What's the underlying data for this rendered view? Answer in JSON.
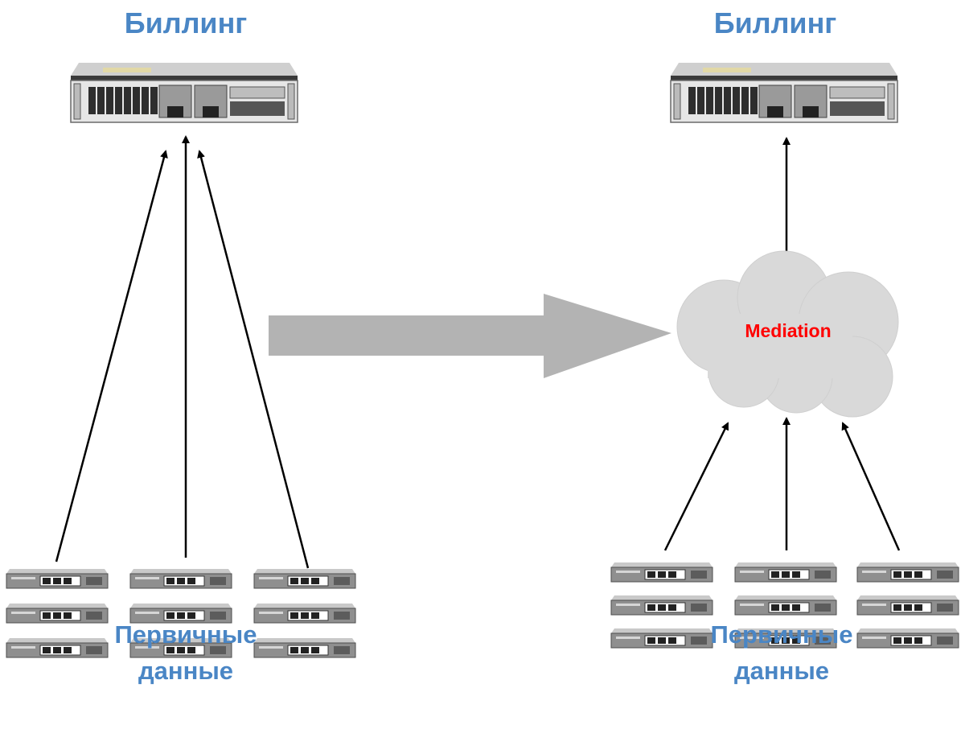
{
  "left": {
    "billing_title": "Биллинг",
    "primary_data_line1": "Первичные",
    "primary_data_line2": "данные"
  },
  "right": {
    "billing_title": "Биллинг",
    "mediation_label": "Mediation",
    "primary_data_line1": "Первичные",
    "primary_data_line2": "данные"
  },
  "colors": {
    "label_blue": "#4a86c5",
    "mediation_red": "#ff0000",
    "cloud_fill": "#d9d9d9",
    "transition_arrow": "#b3b3b3"
  },
  "icons": {
    "server": "rack-server-icon",
    "device": "network-device-icon",
    "cloud": "cloud-icon"
  }
}
